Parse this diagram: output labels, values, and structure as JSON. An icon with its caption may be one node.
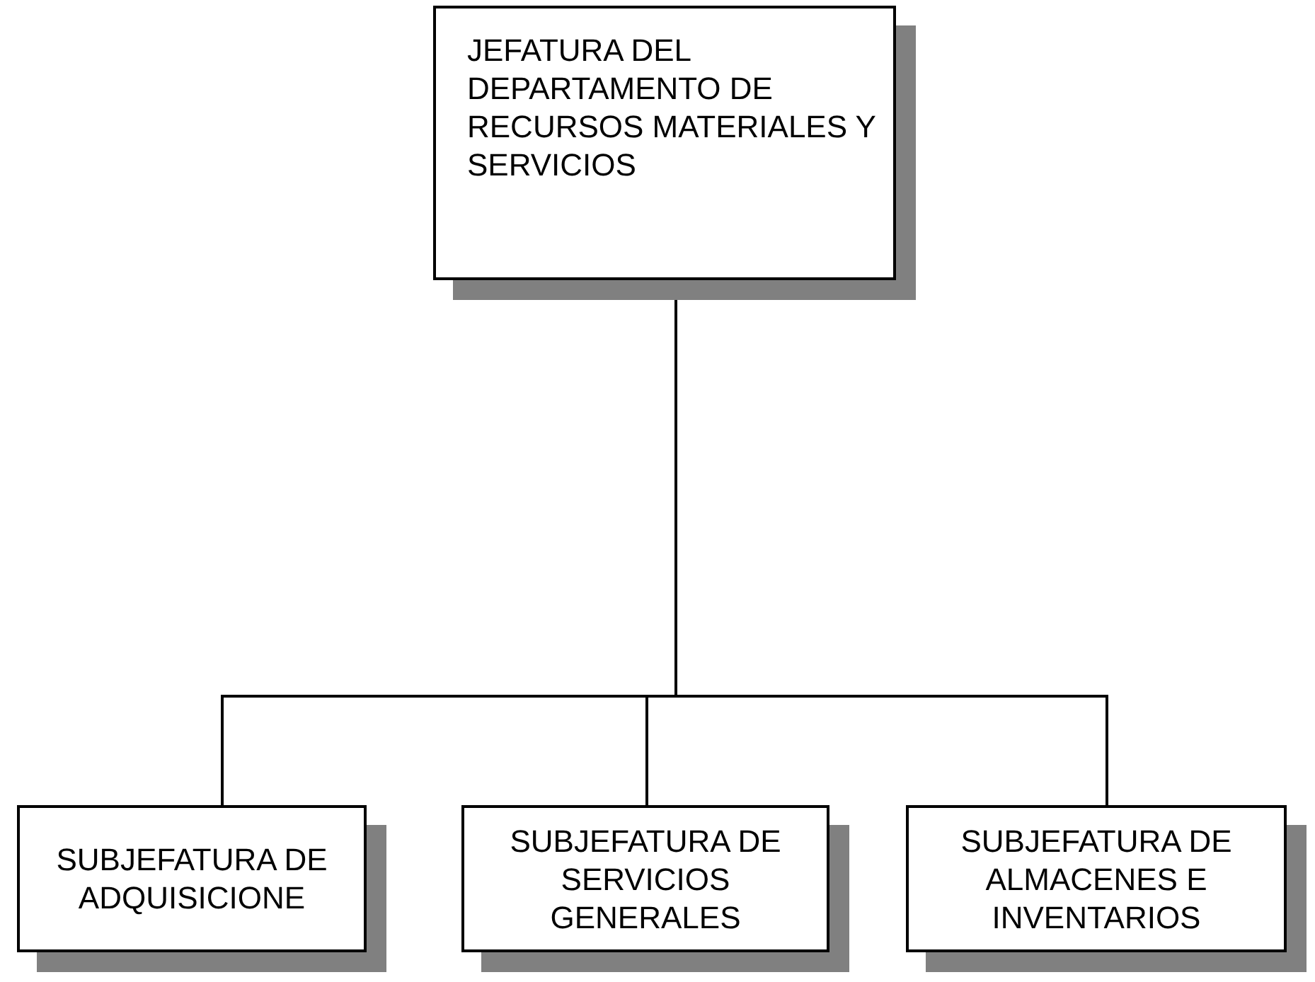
{
  "diagram": {
    "nodes": [
      {
        "text": [
          "JEFATURA DEL DEPARTAMENTO DE RECURSOS MATERIALES Y SERVICIOS"
        ]
      },
      {
        "text": [
          "SUBJEFATURA DE ADQUISICIONE"
        ]
      },
      {
        "text": [
          "SUBJEFATURA DE SERVICIOS GENERALES"
        ]
      },
      {
        "text": [
          "SUBJEFATURA DE ALMACENES E INVENTARIOS"
        ]
      }
    ],
    "edges": [
      {
        "from": 0,
        "to": 1,
        "arrow": "none"
      },
      {
        "from": 0,
        "to": 2,
        "arrow": "none"
      },
      {
        "from": 0,
        "to": 3,
        "arrow": "none"
      }
    ]
  }
}
